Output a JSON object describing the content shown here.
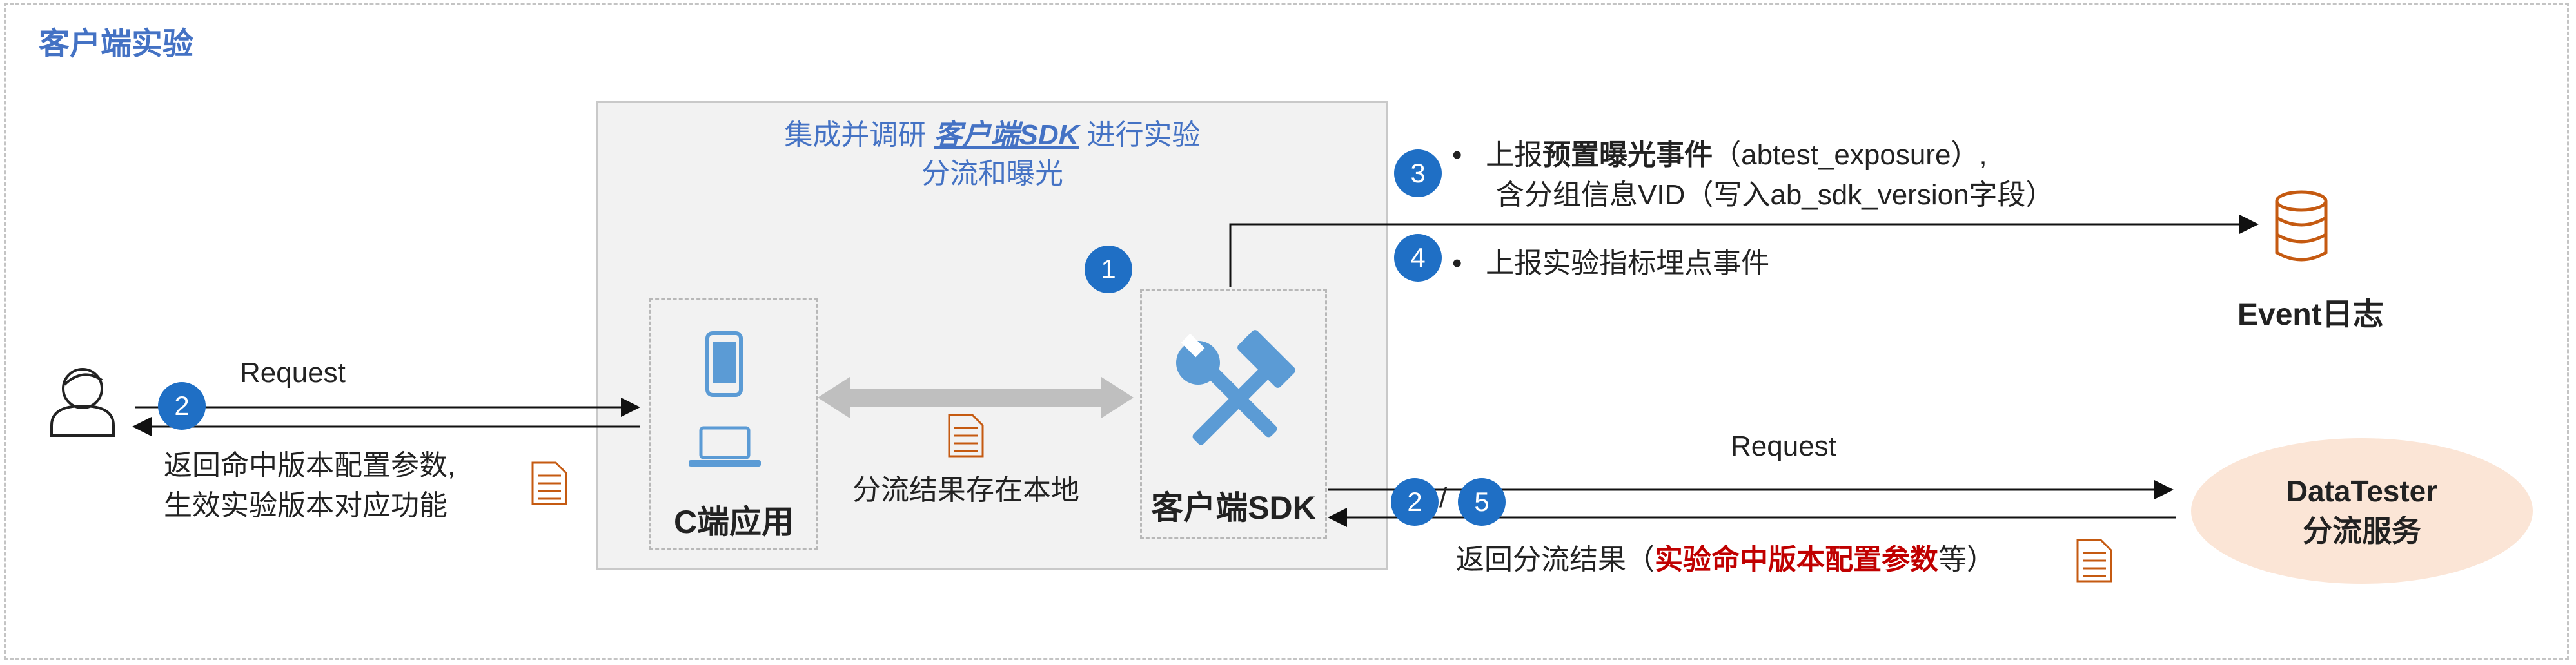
{
  "section_title": "客户端实验",
  "panel": {
    "title_prefix": "集成并调研 ",
    "title_emphasis": "客户端SDK",
    "title_suffix": " 进行实验",
    "title_line2": "分流和曝光"
  },
  "nodes": {
    "c_app": "C端应用",
    "sdk": "客户端SDK",
    "event_log": "Event日志",
    "datatester_line1": "DataTester",
    "datatester_line2": "分流服务"
  },
  "labels": {
    "request_left": "Request",
    "return_left_line1": "返回命中版本配置参数,",
    "return_left_line2": "生效实验版本对应功能",
    "local_store": "分流结果存在本地",
    "request_right": "Request",
    "return_right_prefix": "返回分流结果（",
    "return_right_highlight": "实验命中版本配置参数",
    "return_right_suffix": "等）",
    "slash": "/"
  },
  "events": {
    "item3_prefix": "上报",
    "item3_bold": "预置曝光事件",
    "item3_suffix": "（abtest_exposure）,",
    "item3_line2": "含分组信息VID（写入ab_sdk_version字段）",
    "item4": "上报实验指标埋点事件",
    "bullet": "•"
  },
  "badges": {
    "b1": "1",
    "b2_left": "2",
    "b2_right": "2",
    "b3": "3",
    "b4": "4",
    "b5": "5"
  },
  "colors": {
    "accent_blue": "#4472c4",
    "badge_blue": "#1f6fc5",
    "icon_blue": "#5b9bd5",
    "highlight_red": "#c00000",
    "ellipse_fill": "#fbe5d6",
    "db_icon": "#c55a11",
    "doc_icon": "#c55a11"
  },
  "icons": {
    "user": "user-icon",
    "phone": "phone-icon",
    "laptop": "laptop-icon",
    "tools": "hammer-wrench-icon",
    "database": "database-icon",
    "document": "document-icon"
  }
}
